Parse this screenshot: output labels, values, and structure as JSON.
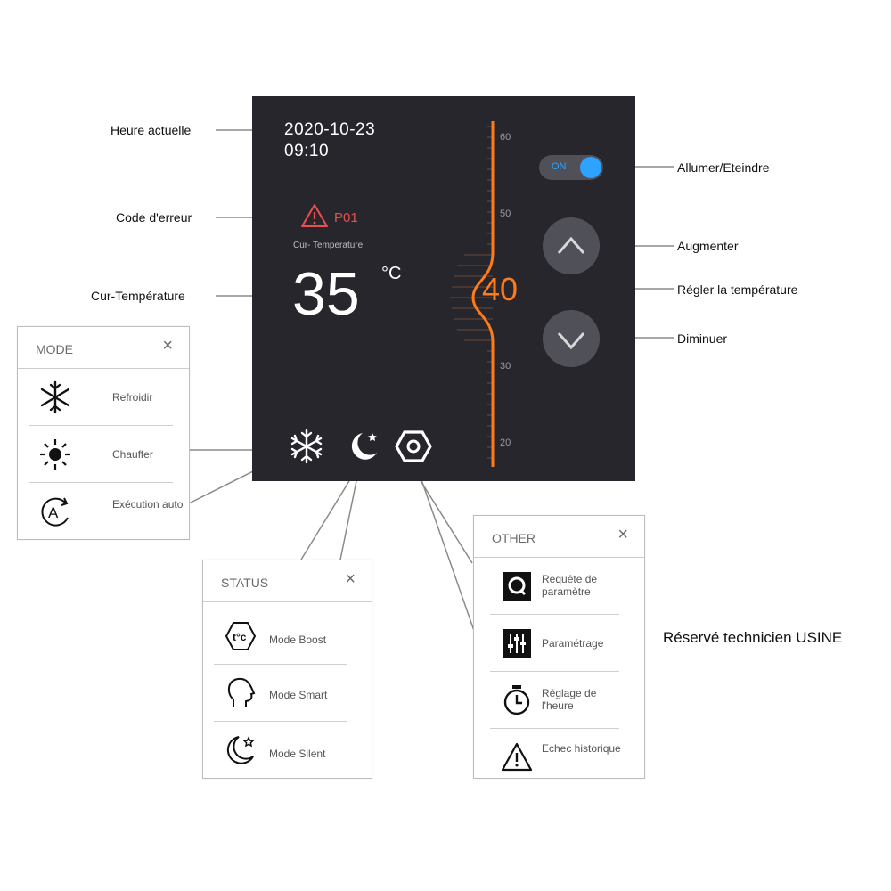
{
  "screen": {
    "date": "2020-10-23",
    "time": "09:10",
    "error_code": "P01",
    "cur_temp_label": "Cur- Temperature",
    "cur_temp": "35",
    "unit": "°C",
    "set_temp": "40",
    "scale_ticks": [
      "60",
      "50",
      "30",
      "20"
    ],
    "toggle_label": "ON",
    "accent": "#ff7a1a",
    "toggle_color": "#2ba3ff",
    "error_color": "#e8504f"
  },
  "annotations": {
    "current_time": "Heure actuelle",
    "error_code": "Code d'erreur",
    "cur_temp": "Cur-Température",
    "power": "Allumer/Eteindre",
    "increase": "Augmenter",
    "set_temp": "Régler la température",
    "decrease": "Diminuer"
  },
  "mode_panel": {
    "title": "MODE",
    "close": "×",
    "items": [
      {
        "label": "Refroidir",
        "icon": "snowflake-icon"
      },
      {
        "label": "Chauffer",
        "icon": "sun-icon"
      },
      {
        "label": "Exécution auto",
        "icon": "auto-icon"
      }
    ]
  },
  "status_panel": {
    "title": "STATUS",
    "close": "×",
    "items": [
      {
        "label": "Mode Boost",
        "icon": "boost-icon"
      },
      {
        "label": "Mode Smart",
        "icon": "head-icon"
      },
      {
        "label": "Mode Silent",
        "icon": "moon-star-icon"
      }
    ]
  },
  "other_panel": {
    "title": "OTHER",
    "close": "×",
    "items": [
      {
        "label": "Requête de paramètre",
        "icon": "query-icon"
      },
      {
        "label": "Paramétrage",
        "icon": "sliders-icon"
      },
      {
        "label": "Réglage de l'heure",
        "icon": "timer-icon"
      },
      {
        "label": "Echec historique",
        "icon": "warning-icon"
      }
    ]
  },
  "note": "Réservé technicien USINE"
}
